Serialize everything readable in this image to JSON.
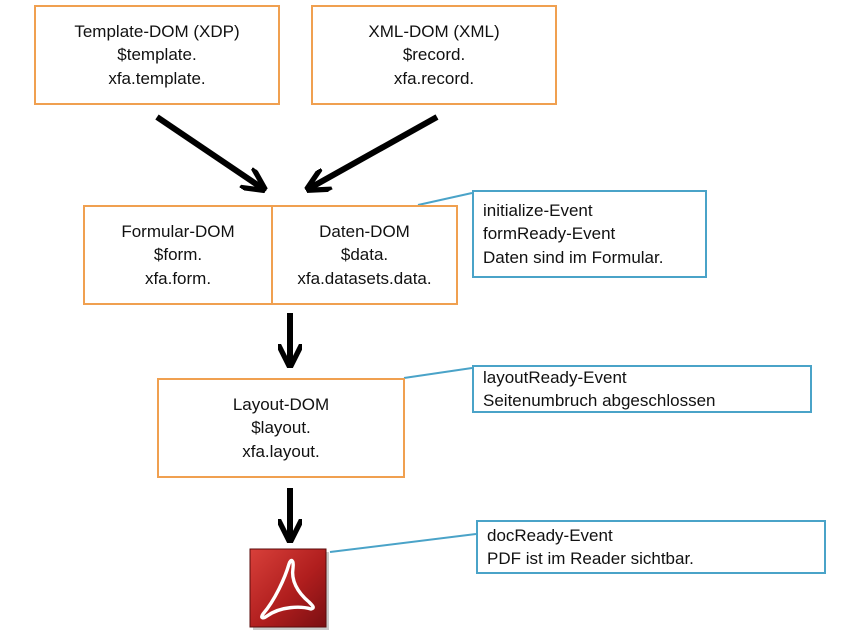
{
  "nodes": {
    "template_dom": {
      "lines": [
        "Template-DOM (XDP)",
        "$template.",
        "xfa.template."
      ]
    },
    "xml_dom": {
      "lines": [
        "XML-DOM (XML)",
        "$record.",
        "xfa.record."
      ]
    },
    "formular_dom": {
      "lines": [
        "Formular-DOM",
        "$form.",
        "xfa.form."
      ]
    },
    "daten_dom": {
      "lines": [
        "Daten-DOM",
        "$data.",
        "xfa.datasets.data."
      ]
    },
    "layout_dom": {
      "lines": [
        "Layout-DOM",
        "$layout.",
        "xfa.layout."
      ]
    }
  },
  "callouts": {
    "data_events": {
      "lines": [
        "initialize-Event",
        "formReady-Event",
        "Daten sind im Formular."
      ]
    },
    "layout_events": {
      "lines": [
        "layoutReady-Event",
        "Seitenumbruch abgeschlossen"
      ]
    },
    "doc_events": {
      "lines": [
        "docReady-Event",
        "PDF ist im Reader sichtbar."
      ]
    }
  },
  "colors": {
    "node_border": "#f0a050",
    "callout_border": "#4aa3c8",
    "arrow": "#000000",
    "pdf_icon_red": "#b01e1e"
  },
  "icons": {
    "pdf": "adobe-reader-pdf-icon"
  }
}
